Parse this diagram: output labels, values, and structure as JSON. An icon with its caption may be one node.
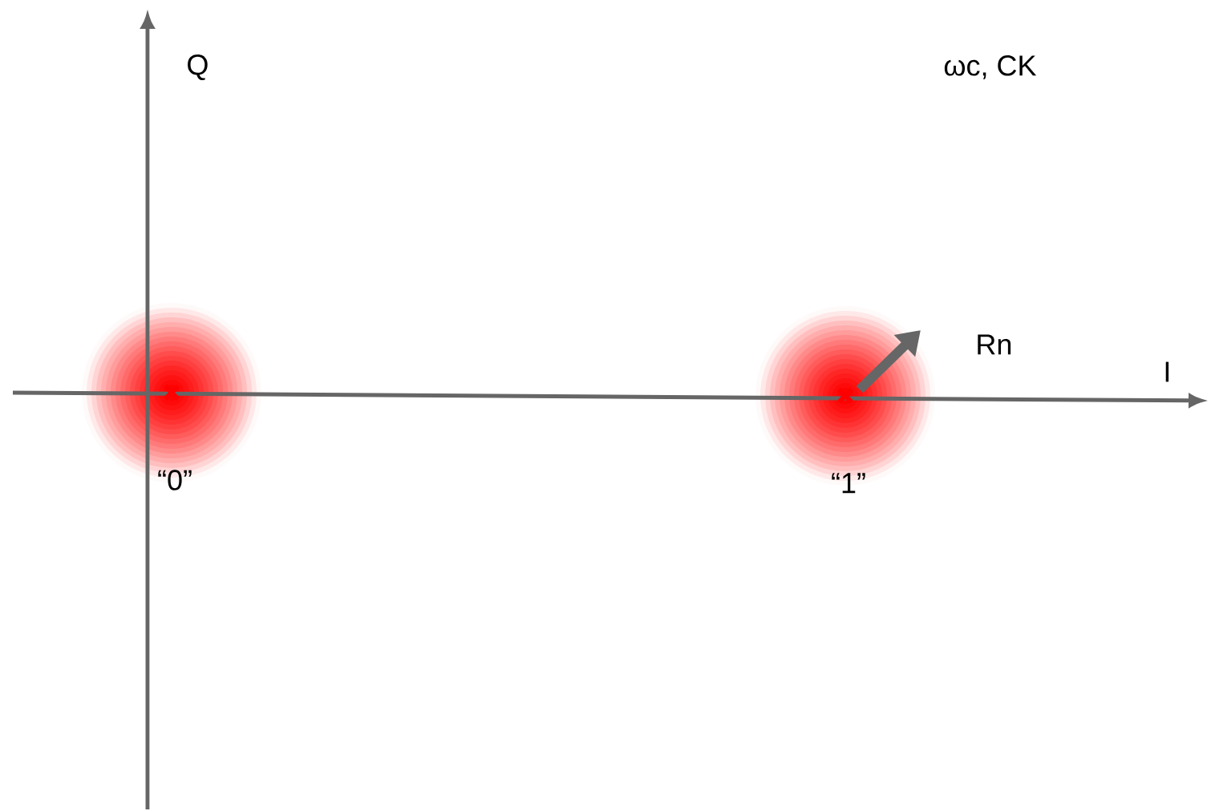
{
  "diagram": {
    "nodes": [
      {
        "text": [],
        "shape": "circle",
        "beside": [
          "“0”"
        ]
      },
      {
        "text": [],
        "shape": "circle",
        "beside": [
          "“1”"
        ]
      }
    ],
    "labels": [
      "Q",
      "ωc, CK",
      "Rn",
      "I"
    ]
  }
}
